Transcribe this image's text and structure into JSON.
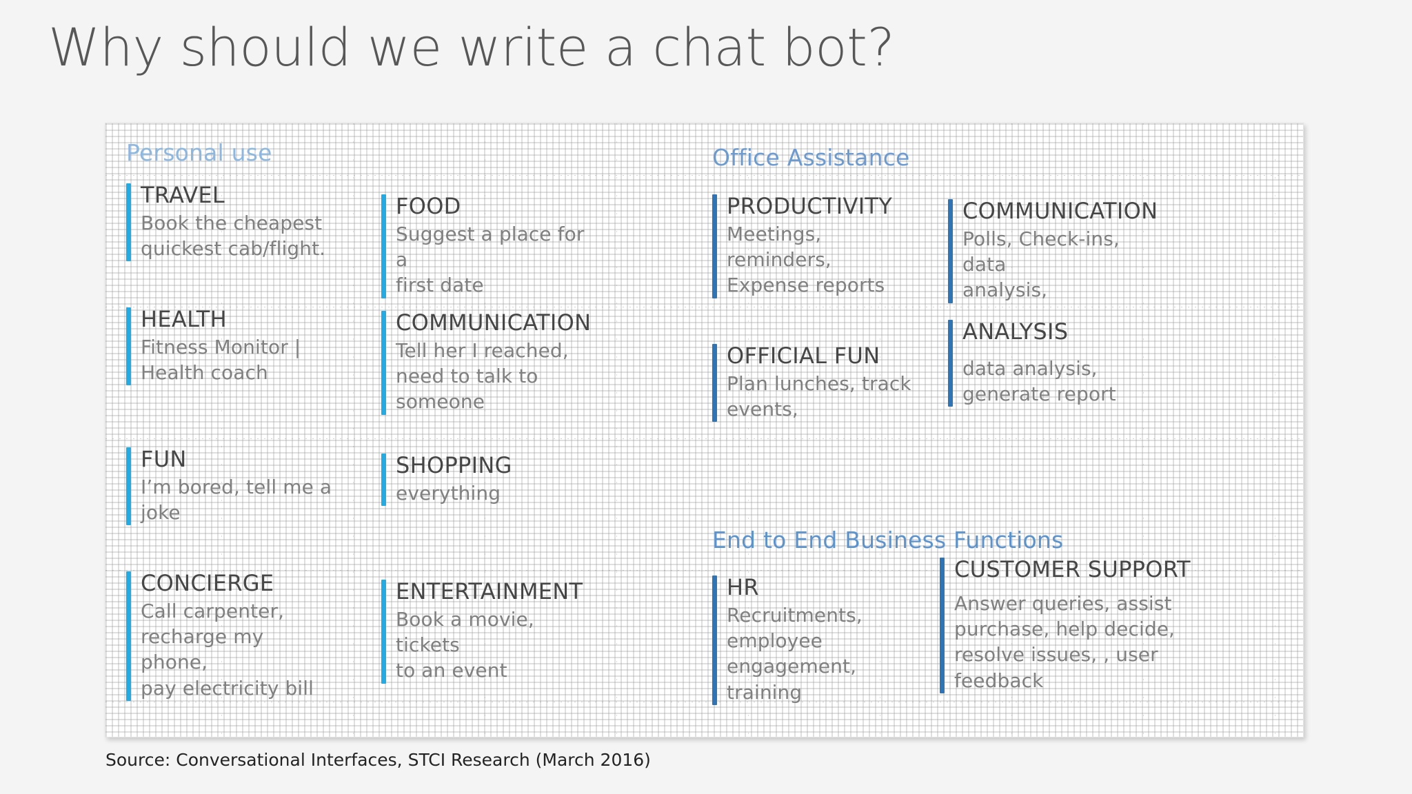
{
  "slide": {
    "title": "Why should we write a chat bot?",
    "source_note": "Source: Conversational Interfaces, STCI Research (March 2016)"
  },
  "colors": {
    "page_background": "#f4f4f4",
    "card_background": "#ffffff",
    "title_text": "#575757",
    "item_title_text": "#464646",
    "item_desc_text": "#808080",
    "accent_cyan": "#23ace3",
    "accent_steel": "#2f74b5",
    "header_personal": "#8cb7e0",
    "header_office": "#6c9bd2",
    "header_e2e": "#5b93cf"
  },
  "sections": [
    {
      "id": "personal-use",
      "label": "Personal use"
    },
    {
      "id": "office-assistance",
      "label": "Office Assistance"
    },
    {
      "id": "end-to-end-business-functions",
      "label": "End to End Business Functions"
    }
  ],
  "items": [
    {
      "title": "TRAVEL",
      "desc": "Book the cheapest\nquickest cab/flight."
    },
    {
      "title": "HEALTH",
      "desc": "Fitness Monitor |\nHealth coach"
    },
    {
      "title": "FUN",
      "desc": "I’m bored, tell me a\njoke"
    },
    {
      "title": "CONCIERGE",
      "desc": "Call carpenter,\nrecharge my phone,\npay electricity  bill"
    },
    {
      "title": "FOOD",
      "desc": "Suggest a place for a\nfirst date"
    },
    {
      "title": "COMMUNICATION",
      "desc": "Tell her I reached,\nneed to talk to\nsomeone"
    },
    {
      "title": "SHOPPING",
      "desc": "everything"
    },
    {
      "title": "ENTERTAINMENT",
      "desc": "Book a movie, tickets\nto an event"
    },
    {
      "title": "PRODUCTIVITY",
      "desc": "Meetings, reminders,\nExpense reports"
    },
    {
      "title": "OFFICIAL FUN",
      "desc": "Plan lunches, track\nevents,"
    },
    {
      "title": "HR",
      "desc": "Recruitments,\nemployee\nengagement, training"
    },
    {
      "title": "COMMUNICATION",
      "desc": "Polls, Check-ins, data\nanalysis,"
    },
    {
      "title": "ANALYSIS",
      "desc": "data analysis,\ngenerate report"
    },
    {
      "title": "CUSTOMER SUPPORT",
      "desc": "Answer queries, assist\npurchase, help decide,\nresolve issues, , user\nfeedback"
    }
  ]
}
